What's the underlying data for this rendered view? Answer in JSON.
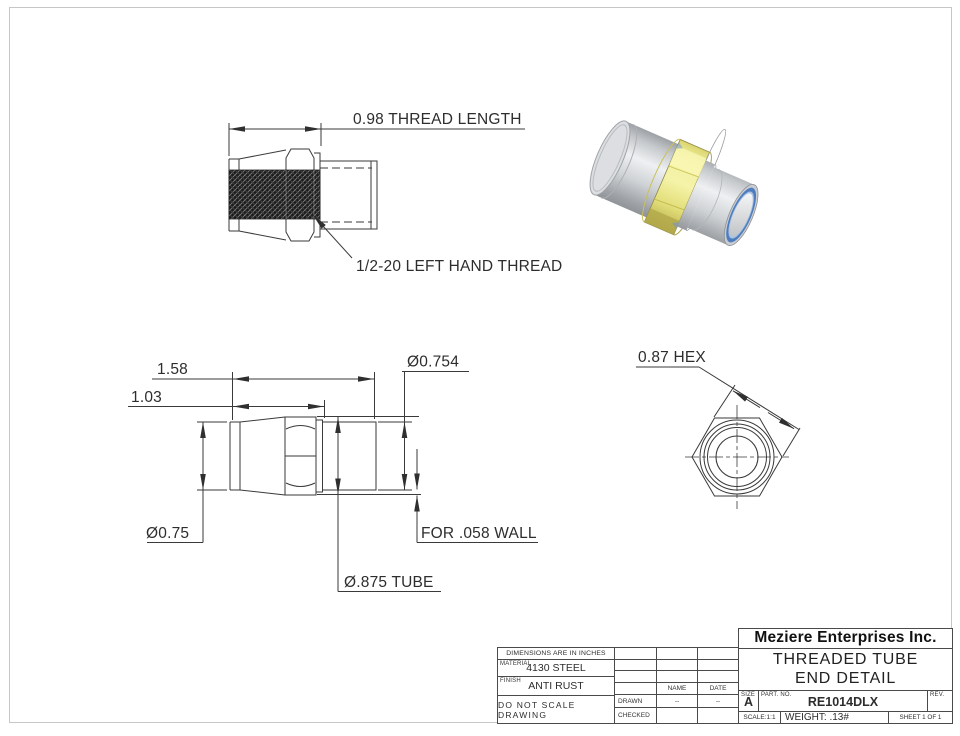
{
  "views": {
    "thread_side": {
      "dim_length": "0.98 THREAD LENGTH",
      "thread_note": "1/2-20 LEFT HAND THREAD"
    },
    "side": {
      "dim_total": "1.58",
      "dim_body": "1.03",
      "dia_spigot": "Ø0.754",
      "dia_end": "Ø0.75",
      "wall_note": "FOR .058 WALL",
      "tube_note": "Ø.875 TUBE"
    },
    "hex_end": {
      "dim_hex": "0.87 HEX"
    },
    "render_3d": {
      "body_color": "#c6c9cc",
      "hex_color": "#efec8d",
      "tube_ring_color": "#4d7dbf"
    }
  },
  "title_block": {
    "company": "Meziere Enterprises Inc.",
    "title_line1": "THREADED TUBE",
    "title_line2": "END DETAIL",
    "notes": {
      "dims": "DIMENSIONS ARE IN INCHES",
      "material_label": "MATERIAL",
      "material": "4130 STEEL",
      "finish_label": "FINISH",
      "finish": "ANTI RUST",
      "no_scale": "DO NOT SCALE DRAWING"
    },
    "sign_table": {
      "name_header": "NAME",
      "date_header": "DATE",
      "drawn_label": "DRAWN",
      "drawn_name": "--",
      "drawn_date": "--",
      "checked_label": "CHECKED"
    },
    "size_label": "SIZE",
    "size_value": "A",
    "part_label": "PART. NO.",
    "part_no": "RE1014DLX",
    "rev_label": "REV.",
    "scale": "SCALE:1:1",
    "weight": "WEIGHT: .13#",
    "sheet": "SHEET 1 OF 1"
  }
}
